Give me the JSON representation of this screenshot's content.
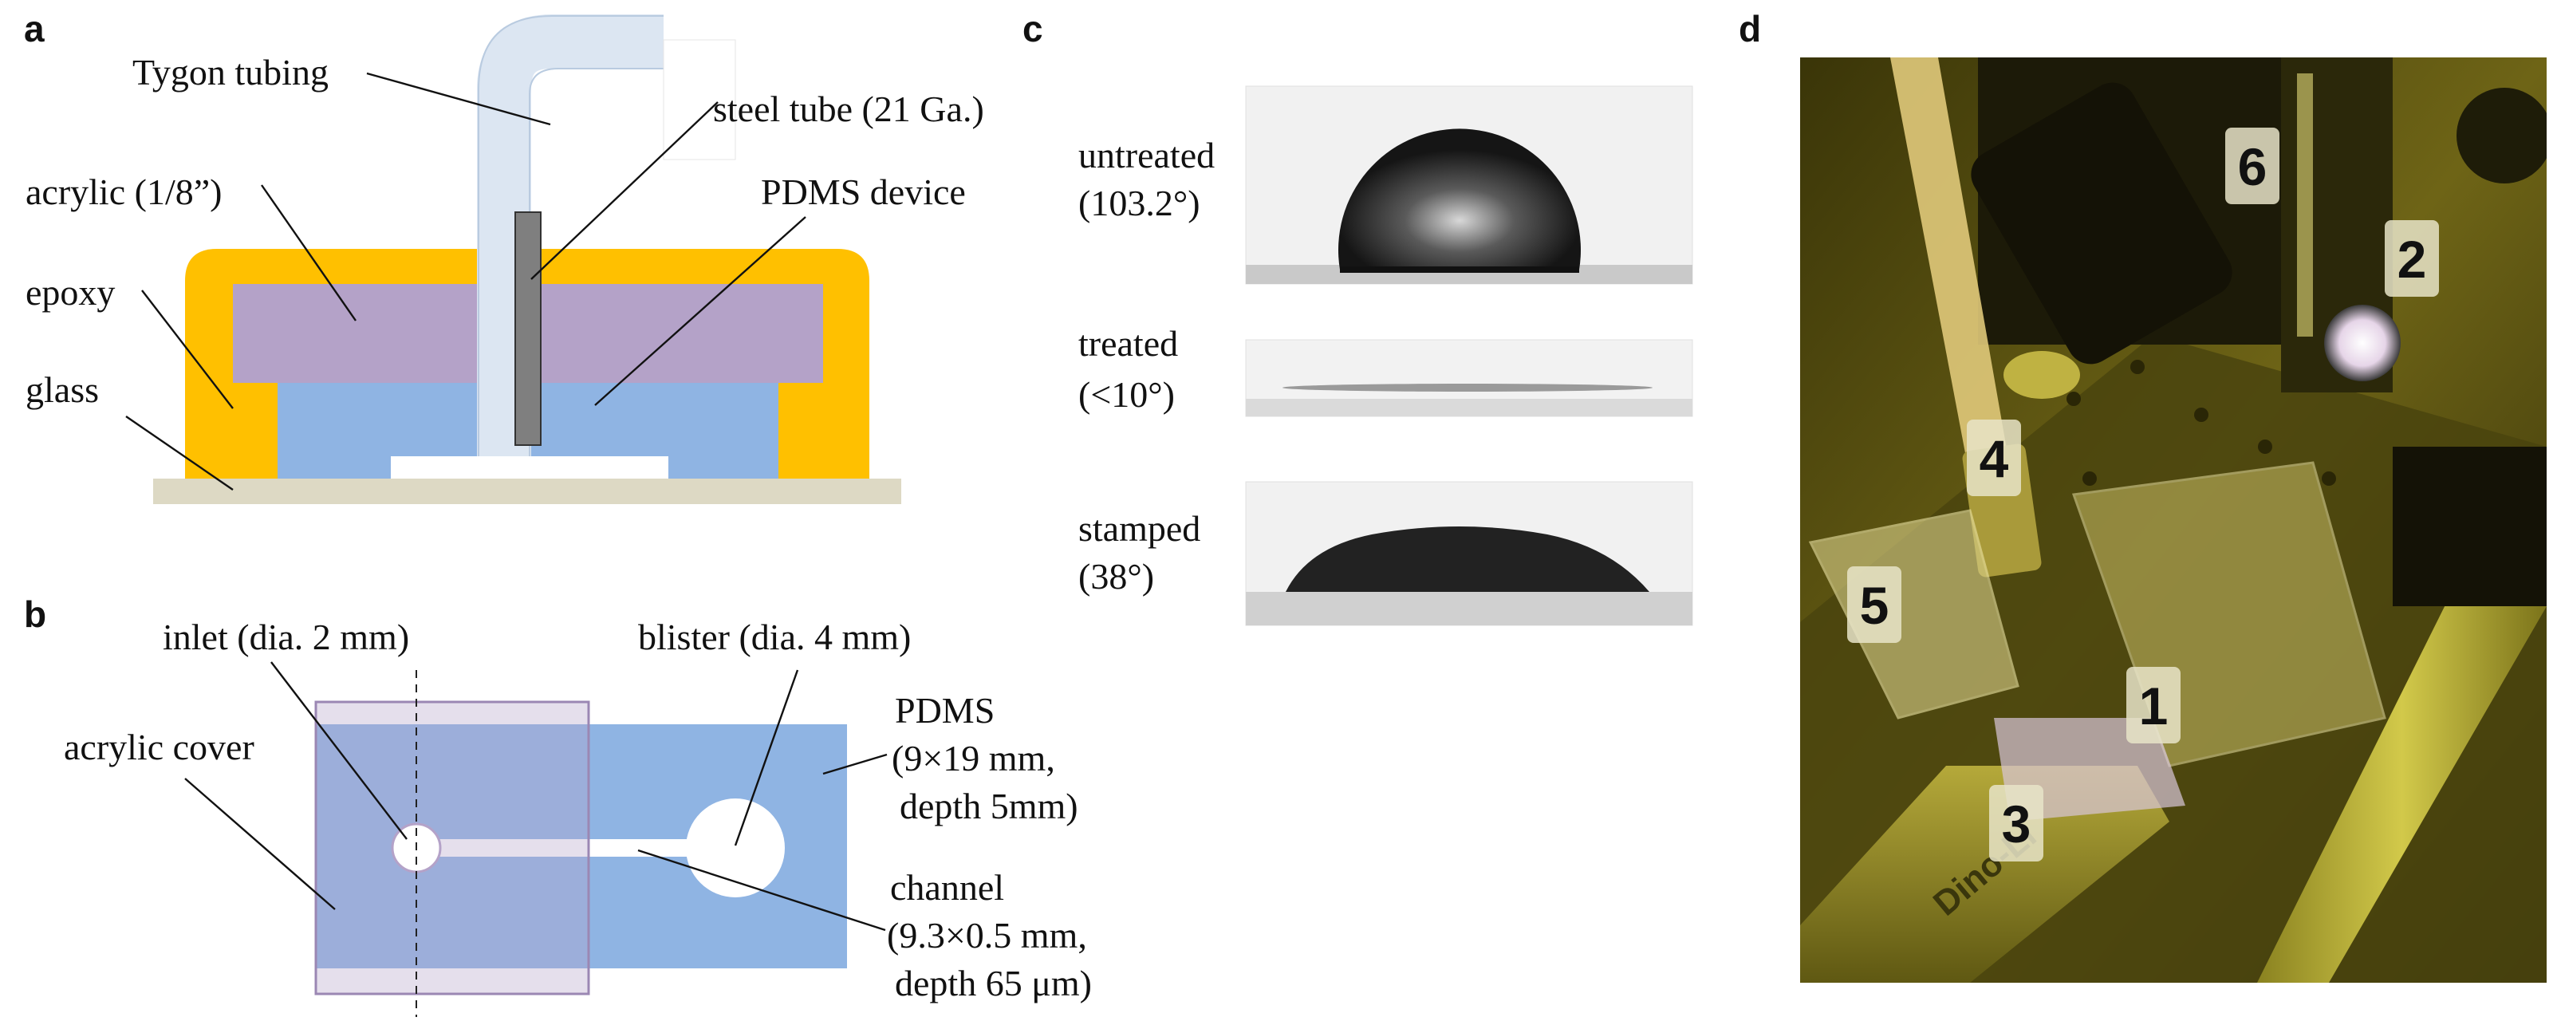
{
  "panels": {
    "a": "a",
    "b": "b",
    "c": "c",
    "d": "d"
  },
  "panel_a": {
    "tygon": "Tygon tubing",
    "steel": "steel tube (21 Ga.)",
    "acrylic": "acrylic (1/8”)",
    "pdms": "PDMS device",
    "epoxy": "epoxy",
    "glass": "glass"
  },
  "panel_b": {
    "inlet": "inlet (dia. 2 mm)",
    "blister": "blister (dia. 4 mm)",
    "acrylic_cover": "acrylic cover",
    "pdms_l1": "PDMS",
    "pdms_l2": "(9×19 mm,",
    "pdms_l3": "depth 5mm)",
    "channel_l1": "channel",
    "channel_l2": "(9.3×0.5 mm,",
    "channel_l3": "depth 65 μm)"
  },
  "panel_c": {
    "untreated_l1": "untreated",
    "untreated_l2": "(103.2°)",
    "treated_l1": "treated",
    "treated_l2": "(<10°)",
    "stamped_l1": "stamped",
    "stamped_l2": "(38°)"
  },
  "panel_d": {
    "badges": [
      "1",
      "2",
      "3",
      "4",
      "5",
      "6"
    ],
    "camera_text": "Dino-Li"
  },
  "colors": {
    "epoxy": "#FFC000",
    "acrylic": "#B4A2C8",
    "pdms": "#8FB4E3",
    "glass": "#DDD9C4",
    "tubing": "#DCE6F2",
    "steel": "#7F7F7F",
    "photo_bg": "#6E6416"
  }
}
